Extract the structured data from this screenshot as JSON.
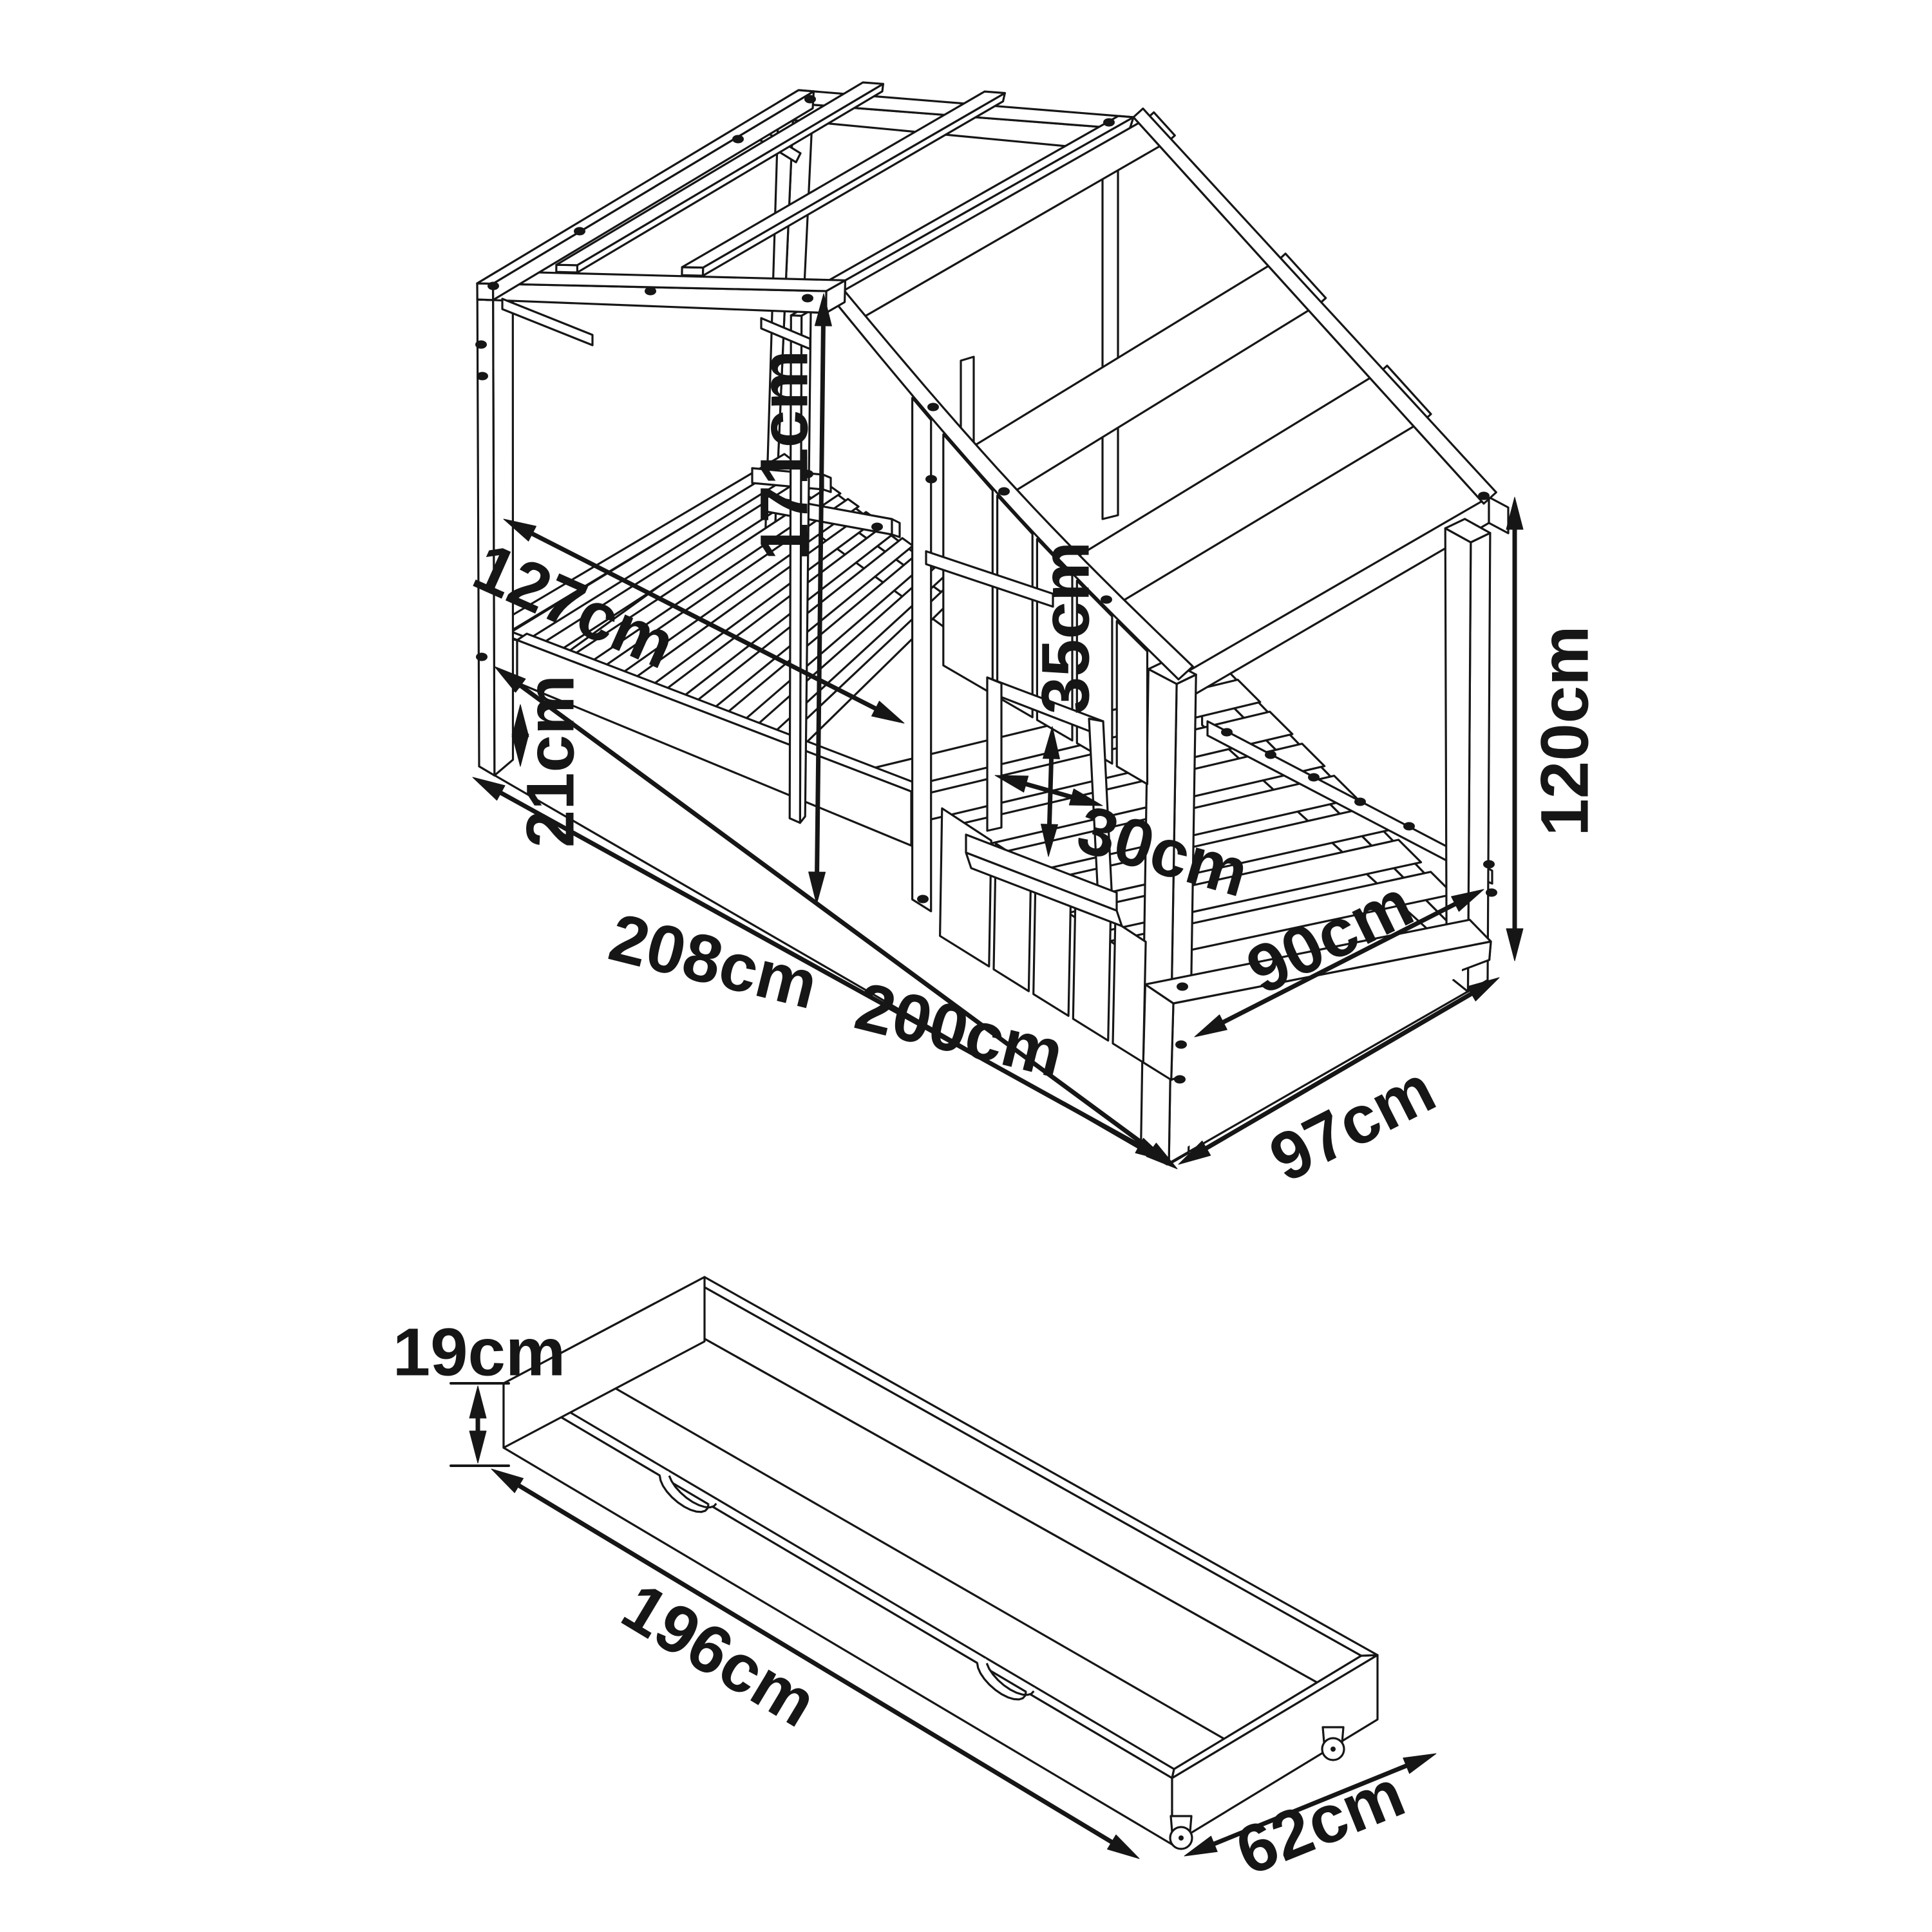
{
  "diagram": {
    "type": "furniture-dimension-line-drawing",
    "product": "house bed frame with canopy roof, window wall and under-bed drawer",
    "unit": "cm",
    "background_color": "#ffffff",
    "line_color": "#161616",
    "views": [
      {
        "name": "bed-isometric-view",
        "description": "house bed frame, isometric line drawing with dimension arrows"
      },
      {
        "name": "drawer-isometric-view",
        "description": "under-bed storage drawer on casters, isometric line drawing with dimension arrows"
      }
    ]
  },
  "bed_view": {
    "dimensions": {
      "canopy_height": "171cm",
      "head_section_length": "127cm",
      "under_bed_clearance": "21cm",
      "total_length": "208cm",
      "inner_length": "200cm",
      "window_height": "35cm",
      "window_width": "30cm",
      "mattress_width": "90cm",
      "total_width": "97cm",
      "house_height": "120cm"
    }
  },
  "drawer_view": {
    "dimensions": {
      "height": "19cm",
      "length": "196cm",
      "width": "62cm"
    }
  }
}
